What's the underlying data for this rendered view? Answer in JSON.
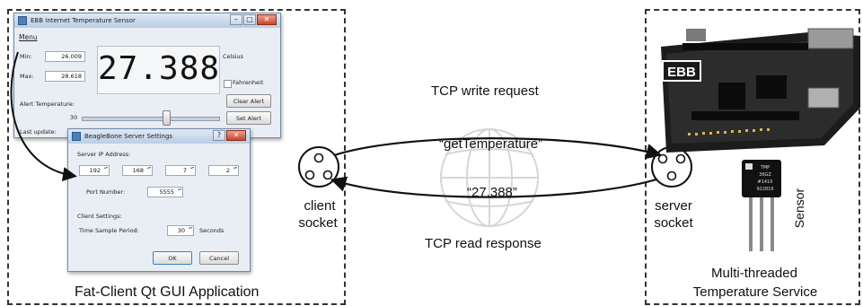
{
  "main_window": {
    "title": "EBB Internet Temperature Sensor",
    "menu": "Menu",
    "min_label": "Min:",
    "min_value": "26.009",
    "max_label": "Max:",
    "max_value": "28.618",
    "reading": "27.388",
    "units_label": "Celsius",
    "fahrenheit_label": "Fahrenheit",
    "clear_alert_label": "Clear Alert",
    "alert_temp_label": "Alert Temperature:",
    "alert_temp_value": "30",
    "slider_level_fraction": 0.62,
    "set_alert_label": "Set Alert",
    "last_update_label": "Last update:"
  },
  "settings_dialog": {
    "title": "BeagleBone Server Settings",
    "server_ip_label": "Server IP Address:",
    "ip_octets": [
      "192",
      "168",
      "7",
      "2"
    ],
    "port_label": "Port Number:",
    "port_value": "5555",
    "client_settings_label": "Client Settings:",
    "sample_period_label": "Time Sample Period:",
    "sample_period_value": "30",
    "seconds_label": "Seconds",
    "ok_label": "OK",
    "cancel_label": "Cancel"
  },
  "diagram": {
    "left_caption": "Fat-Client Qt GUI Application",
    "client_socket_line1": "client",
    "client_socket_line2": "socket",
    "tcp_write": "TCP write request",
    "request_message": "“getTemperature”",
    "response_message": "“27.388”",
    "tcp_read": "TCP read response",
    "server_socket_line1": "server",
    "server_socket_line2": "socket",
    "board_label": "EBB",
    "sensor_chip_text": [
      "TMP",
      "36GZ",
      "#1410",
      "922816"
    ],
    "sensor_label": "Sensor",
    "right_caption_line1": "Multi-threaded",
    "right_caption_line2": "Temperature Service"
  }
}
